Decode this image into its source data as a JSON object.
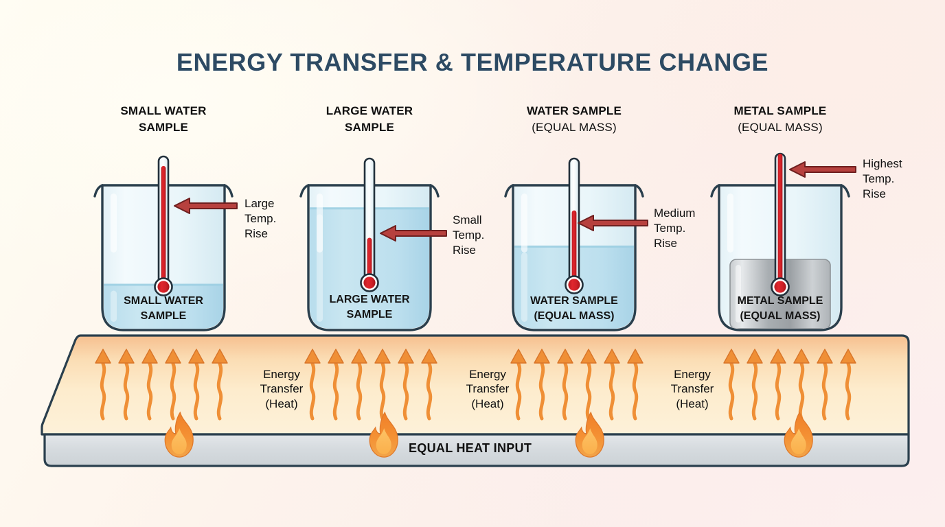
{
  "title": "ENERGY TRANSFER & TEMPERATURE CHANGE",
  "colors": {
    "title": "#2d4a63",
    "beaker_stroke": "#2a3f4d",
    "water": "#bde0ee",
    "mercury": "#d8232a",
    "annot_arrow": "#b03a3a",
    "heat_arrow": "#ef8f36",
    "flame_outer": "#f08c32",
    "flame_inner": "#fcb955",
    "plate_base": "#d6dade",
    "metal": "#b8bcbf"
  },
  "stations": [
    {
      "title_main": "SMALL WATER",
      "title_sub": "SAMPLE",
      "inner_main": "SMALL WATER",
      "inner_sub": "SAMPLE",
      "annotation": "Large\nTemp.\nRise",
      "content_type": "water",
      "water_level_pct": 32,
      "mercury_height_pct": 92,
      "temp_rank": "large"
    },
    {
      "title_main": "LARGE WATER",
      "title_sub": "SAMPLE",
      "inner_main": "LARGE WATER",
      "inner_sub": "SAMPLE",
      "annotation": "Small\nTemp.\nRise",
      "content_type": "water",
      "water_level_pct": 84,
      "mercury_height_pct": 30,
      "temp_rank": "small"
    },
    {
      "title_main": "WATER SAMPLE",
      "title_sub": "(EQUAL MASS)",
      "inner_main": "WATER SAMPLE",
      "inner_sub": "(EQUAL MASS)",
      "annotation": "Medium\nTemp.\nRise",
      "content_type": "water",
      "water_level_pct": 58,
      "mercury_height_pct": 55,
      "temp_rank": "medium"
    },
    {
      "title_main": "METAL SAMPLE",
      "title_sub": "(EQUAL MASS)",
      "inner_main": "METAL SAMPLE",
      "inner_sub": "(EQUAL MASS)",
      "annotation": "Highest\nTemp.\nRise",
      "content_type": "metal",
      "water_level_pct": 0,
      "mercury_height_pct": 100,
      "temp_rank": "highest"
    }
  ],
  "plate": {
    "heat_input_label": "EQUAL HEAT INPUT",
    "energy_transfer_label": "Energy\nTransfer\n(Heat)",
    "energy_transfer_count": 3,
    "flame_count": 4,
    "heat_arrow_groups": 4,
    "heat_arrows_per_group": 6,
    "icons": {
      "flame": "flame-icon",
      "heat_arrow": "wavy-up-arrow-icon"
    }
  }
}
